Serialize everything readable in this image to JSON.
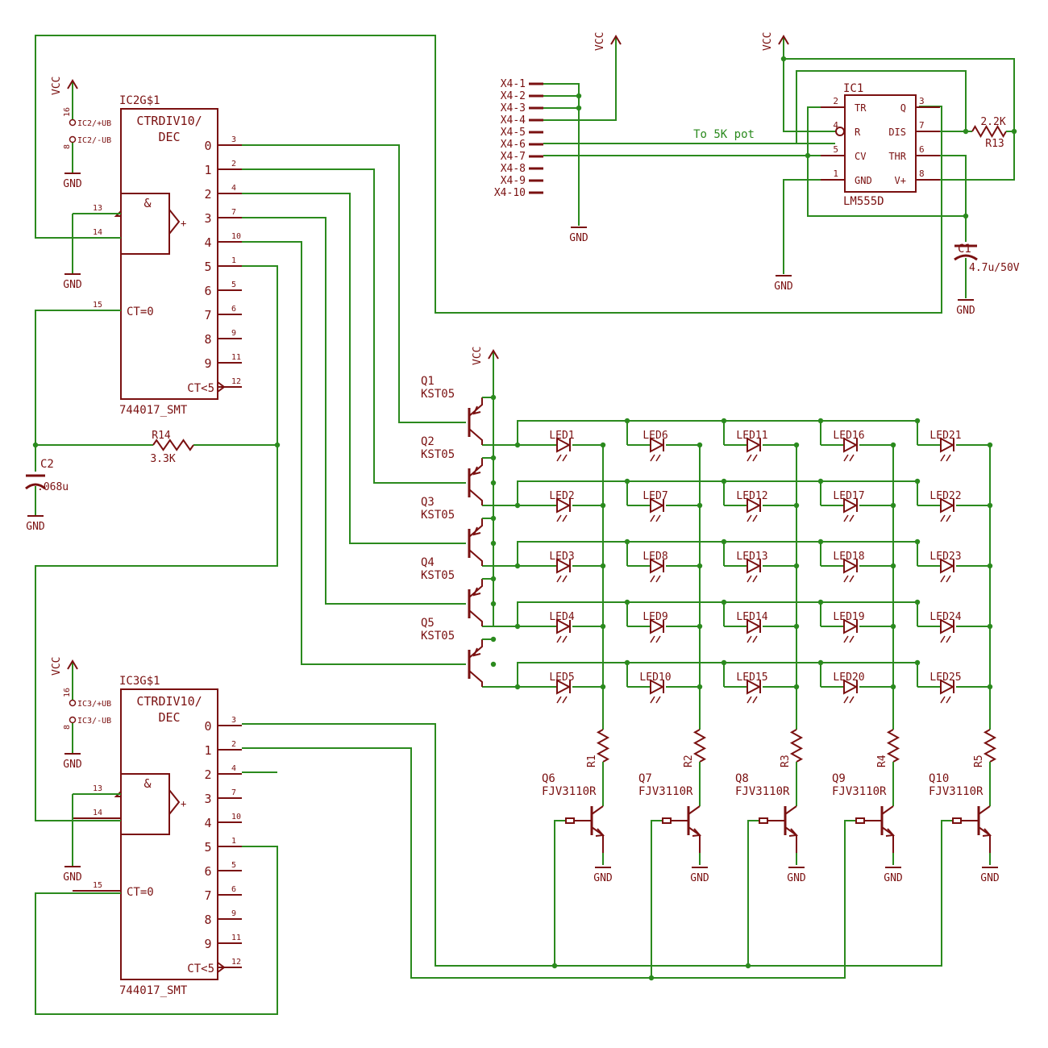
{
  "vcc_label": "VCC",
  "gnd_label": "GND",
  "colors": {
    "wire": "#2b8a1e",
    "part": "#7a1010",
    "junction": "#2b8a1e"
  },
  "ic2": {
    "name": "IC2G$1",
    "title1": "CTRDIV10/",
    "title2": "DEC",
    "gate": "&",
    "buf": "+",
    "ct0": "CT=0",
    "ct5": "CT<5",
    "part": "744017_SMT",
    "pwr_plus": "IC2/+UB",
    "pwr_minus": "IC2/-UB",
    "pin_vcc": "16",
    "pin_gnd": "8",
    "in_pins": [
      "13",
      "14"
    ],
    "reset_pin": "15",
    "out_labels": [
      "0",
      "1",
      "2",
      "3",
      "4",
      "5",
      "6",
      "7",
      "8",
      "9"
    ],
    "out_pins": [
      "3",
      "2",
      "4",
      "7",
      "10",
      "1",
      "5",
      "6",
      "9",
      "11"
    ],
    "ct5_pin": "12"
  },
  "ic3": {
    "name": "IC3G$1",
    "title1": "CTRDIV10/",
    "title2": "DEC",
    "gate": "&",
    "buf": "+",
    "ct0": "CT=0",
    "ct5": "CT<5",
    "part": "744017_SMT",
    "pwr_plus": "IC3/+UB",
    "pwr_minus": "IC3/-UB",
    "pin_vcc": "16",
    "pin_gnd": "8",
    "in_pins": [
      "13",
      "14"
    ],
    "reset_pin": "15",
    "out_labels": [
      "0",
      "1",
      "2",
      "3",
      "4",
      "5",
      "6",
      "7",
      "8",
      "9"
    ],
    "out_pins": [
      "3",
      "2",
      "4",
      "7",
      "10",
      "1",
      "5",
      "6",
      "9",
      "11"
    ],
    "ct5_pin": "12"
  },
  "r14": {
    "name": "R14",
    "value": "3.3K"
  },
  "c2": {
    "name": "C2",
    "value": ".068u"
  },
  "connector": [
    "X4-1",
    "X4-2",
    "X4-3",
    "X4-4",
    "X4-5",
    "X4-6",
    "X4-7",
    "X4-8",
    "X4-9",
    "X4-10"
  ],
  "ic1": {
    "name": "IC1",
    "part": "LM555D",
    "left_pins": [
      {
        "num": "2",
        "label": "TR"
      },
      {
        "num": "4",
        "label": "R"
      },
      {
        "num": "5",
        "label": "CV"
      },
      {
        "num": "1",
        "label": "GND"
      }
    ],
    "right_pins": [
      {
        "num": "3",
        "label": "Q"
      },
      {
        "num": "7",
        "label": "DIS"
      },
      {
        "num": "6",
        "label": "THR"
      },
      {
        "num": "8",
        "label": "V+"
      }
    ]
  },
  "pot_note": "To 5K pot",
  "r13": {
    "name": "R13",
    "value": "2.2K"
  },
  "c1": {
    "name": "C1",
    "value": "4.7u/50V"
  },
  "row_transistors": [
    {
      "name": "Q1",
      "part": "KST05"
    },
    {
      "name": "Q2",
      "part": "KST05"
    },
    {
      "name": "Q3",
      "part": "KST05"
    },
    {
      "name": "Q4",
      "part": "KST05"
    },
    {
      "name": "Q5",
      "part": "KST05"
    }
  ],
  "leds": [
    [
      "LED1",
      "LED6",
      "LED11",
      "LED16",
      "LED21"
    ],
    [
      "LED2",
      "LED7",
      "LED12",
      "LED17",
      "LED22"
    ],
    [
      "LED3",
      "LED8",
      "LED13",
      "LED18",
      "LED23"
    ],
    [
      "LED4",
      "LED9",
      "LED14",
      "LED19",
      "LED24"
    ],
    [
      "LED5",
      "LED10",
      "LED15",
      "LED20",
      "LED25"
    ]
  ],
  "col_resistors": [
    "R1",
    "R2",
    "R3",
    "R4",
    "R5"
  ],
  "col_transistors": [
    {
      "name": "Q6",
      "part": "FJV3110R"
    },
    {
      "name": "Q7",
      "part": "FJV3110R"
    },
    {
      "name": "Q8",
      "part": "FJV3110R"
    },
    {
      "name": "Q9",
      "part": "FJV3110R"
    },
    {
      "name": "Q10",
      "part": "FJV3110R"
    }
  ]
}
